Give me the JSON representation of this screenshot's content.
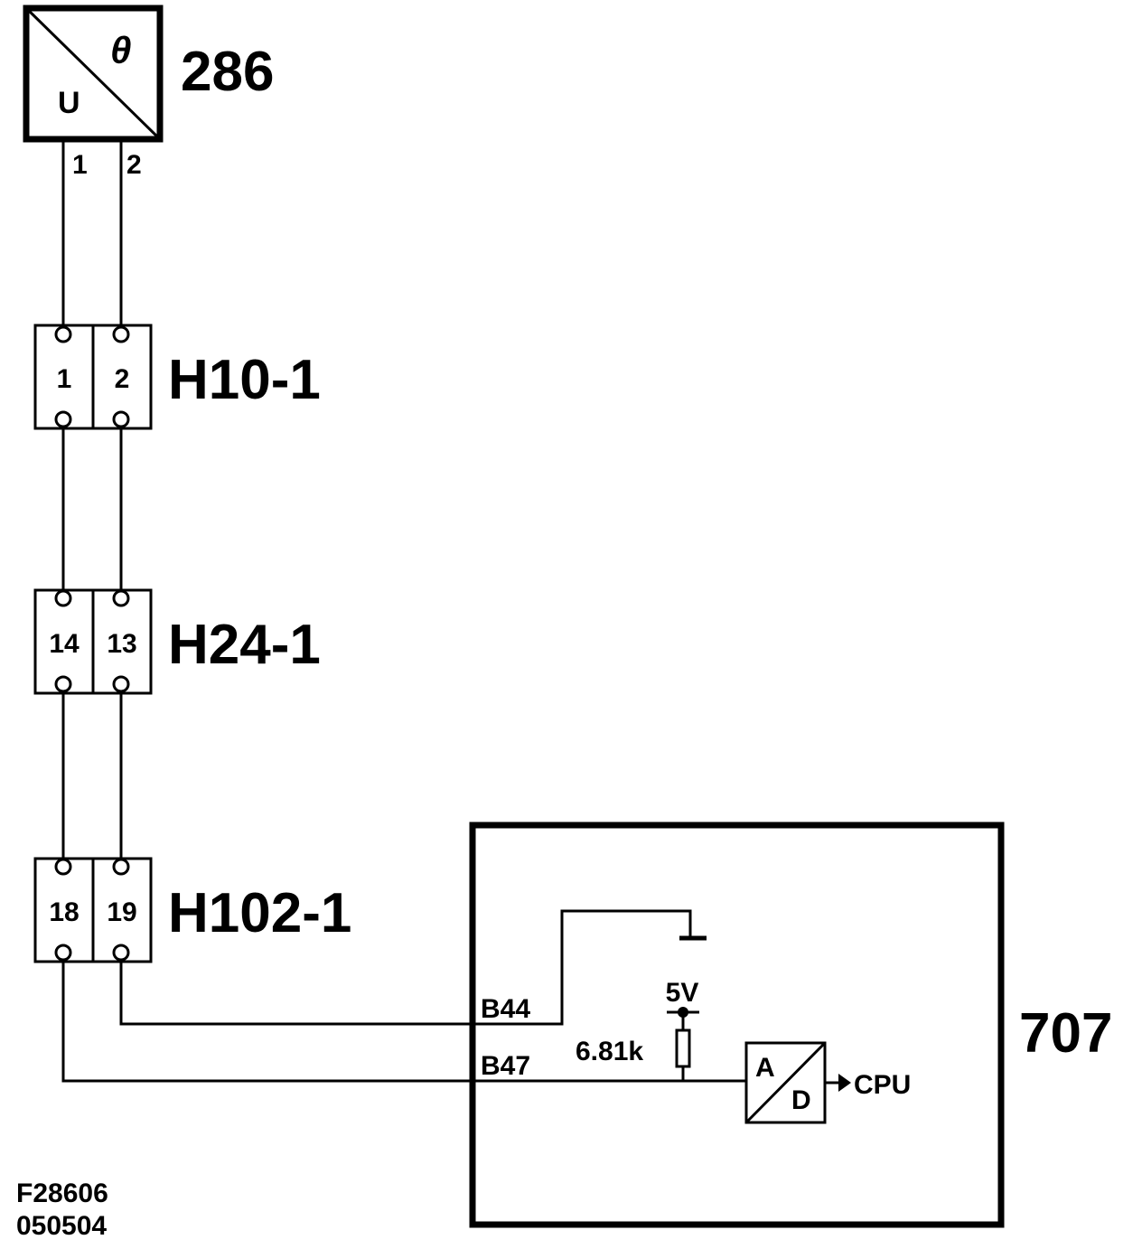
{
  "sensor": {
    "ref": "286",
    "symbol_u": "U",
    "symbol_theta": "θ",
    "pin1": "1",
    "pin2": "2"
  },
  "connectors": [
    {
      "name": "H10-1",
      "left_pin": "1",
      "right_pin": "2"
    },
    {
      "name": "H24-1",
      "left_pin": "14",
      "right_pin": "13"
    },
    {
      "name": "H102-1",
      "left_pin": "18",
      "right_pin": "19"
    }
  ],
  "module": {
    "ref": "707",
    "pin_b44": "B44",
    "pin_b47": "B47",
    "supply": "5V",
    "resistor": "6.81k",
    "adc_a": "A",
    "adc_d": "D",
    "output": "CPU"
  },
  "footer": {
    "figure_id": "F28606",
    "date_code": "050504"
  }
}
